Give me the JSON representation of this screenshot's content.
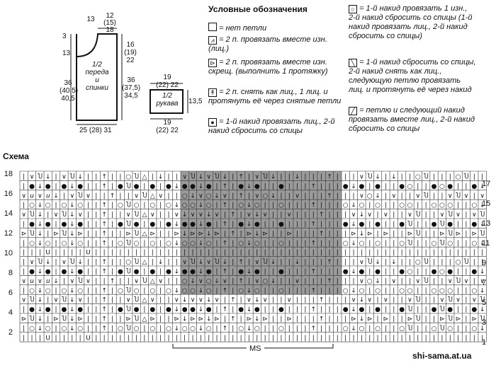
{
  "pattern": {
    "front_piece": {
      "title_lines": [
        "1/2",
        "переда",
        "и",
        "спинки"
      ],
      "top_values": [
        "13",
        "12",
        "(15)",
        "18"
      ],
      "left_values": [
        "3",
        "13",
        "36",
        "(40,5)",
        "40,5"
      ],
      "right_values": [
        "16",
        "(19)",
        "22",
        "36",
        "(37,5)",
        "34,5"
      ],
      "bottom_value": "25 (28) 31"
    },
    "sleeve_piece": {
      "title_lines": [
        "1/2",
        "рукава"
      ],
      "top_values": [
        "19",
        "(22) 22"
      ],
      "right_value": "13,5",
      "bottom_values": [
        "19",
        "(22) 22"
      ]
    }
  },
  "legend": {
    "title": "Условные обозначения",
    "col1": [
      {
        "icon": "empty-square",
        "glyph": "",
        "text": "= нет петли"
      },
      {
        "icon": "two-purl-together",
        "glyph": "⩘ (⩢)",
        "text": "= 2 п. провязать вместе изн. (лиц.)"
      },
      {
        "icon": "two-together-crossed",
        "glyph": "⊳ (⇣)",
        "text": "= 2 п. провязать вместе изн. скрещ. (выполнить 1 протяжку)"
      },
      {
        "icon": "slip-two-knit-one",
        "glyph": "↟",
        "text": "= 2 п. снять как лиц., 1 лиц. и протянуть её через снятые петли"
      },
      {
        "icon": "filled-dot",
        "glyph": "●",
        "text": "= 1-й накид провязать лиц., 2-й накид сбросить со спицы"
      }
    ],
    "col2": [
      {
        "icon": "circle-in-square",
        "glyph": "○ (●)",
        "text": "= 1-й накид провязать 1 изн., 2-й накид сбросить со спицы (1-й накид провязать лиц., 2-й накид сбросить со спицы)"
      },
      {
        "icon": "backslash-square",
        "glyph": "╲",
        "text": "= 1-й накид сбросить со спицы, 2-й накид снять как лиц., следующую петлю провязать лиц. и протянуть её через накид"
      },
      {
        "icon": "slash-square",
        "glyph": "╱",
        "text": "= петлю и следующий накид провязать вместе лиц., 2-й накид сбросить со спицы"
      }
    ]
  },
  "schema": {
    "title": "Схема",
    "left_rows": [
      "18",
      "16",
      "14",
      "12",
      "10",
      "8",
      "6",
      "4",
      "2"
    ],
    "right_rows": [
      "17",
      "15",
      "13",
      "11",
      "9",
      "7",
      "5",
      "3",
      "1"
    ],
    "repeat_label": "MS",
    "rows": [
      "|∨Ⴎ↓|∨Ⴎ↓||↑||○Ⴎ△|↓||∨Ⴎ↓∨Ⴎ↓|↑|∨Ⴎ↓||↓|||↑|||∨Ⴎ↓|↓||○Ⴎ|||○Ⴎ|",
      "|●↓●|●↓●||↑|●Ⴎ●|●|●↓●●↓●|↑|●↓●||●|||↑|||●↓●|●||●○||●○●|",
      "∨ⴎ∨ⴎ↓|∨Ⴎ∨||↑||∨Ⴎ△∨||○↓∨○↓∨|↑|∨○↓||∨|||↑|||∨○↓|∨||∨Ⴎ||∨Ⴎ∨|",
      "|○↓○|○↓○||↑|○Ⴎ○|○|○↓○○↓○|↑|○↓○||○|||↑|||○↓○|○||○○||○○○|",
      "∨Ⴎ↓|∨Ⴎ↓∨||↑||∨Ⴎ△∨||∨↓∨∨↓∨|↑|∨↓∨||∨|||↑|||∨↓∨|∨||∨Ⴎ||∨Ⴎ∨|",
      "|●↓●|●↓●||↑|●Ⴎ●|●|●↓●●↓●|↑|●↓●||●|||↑|||●↓●|●||●Ⴎ||●Ⴎ●|",
      "⊳Ⴎ↓|⊳Ⴎ↓⊳||↑||⊳Ⴎ△⊳||⊳↓⊳⊳↓⊳|↑|⊳↓⊳||⊳|||↑|||⊳↓⊳|⊳||⊳Ⴎ||⊳Ⴎ⊳|",
      "|○↓○|○↓○||↑|○Ⴎ○|○|○↓○○↓○|↑|○↓○||○|||↑|||○↓○|○||○Ⴎ||○Ⴎ○|",
      "|||U||||U|||||||||||||||||||||||||||||||||||||||||||||||||"
    ]
  }
}
